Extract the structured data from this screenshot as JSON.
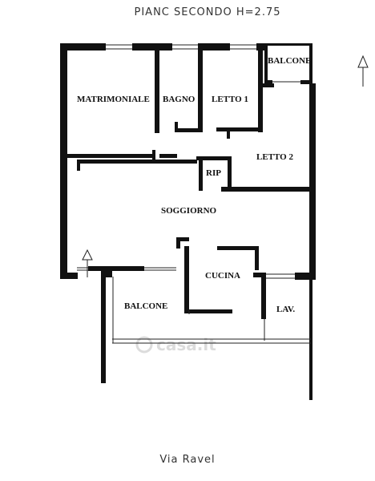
{
  "title": "PIANC SECONDO H=2.75",
  "street": "Via Ravel",
  "rooms": {
    "matrimoniale": "MATRIMONIALE",
    "bagno": "BAGNO",
    "letto1": "LETTO 1",
    "letto2": "LETTO 2",
    "balcone_top": "BALCONE",
    "rip": "RIP",
    "soggiorno": "SOGGIORNO",
    "cucina": "CUCINA",
    "balcone_bottom": "BALCONE",
    "lav": "LAV."
  },
  "watermark": "casa.it"
}
